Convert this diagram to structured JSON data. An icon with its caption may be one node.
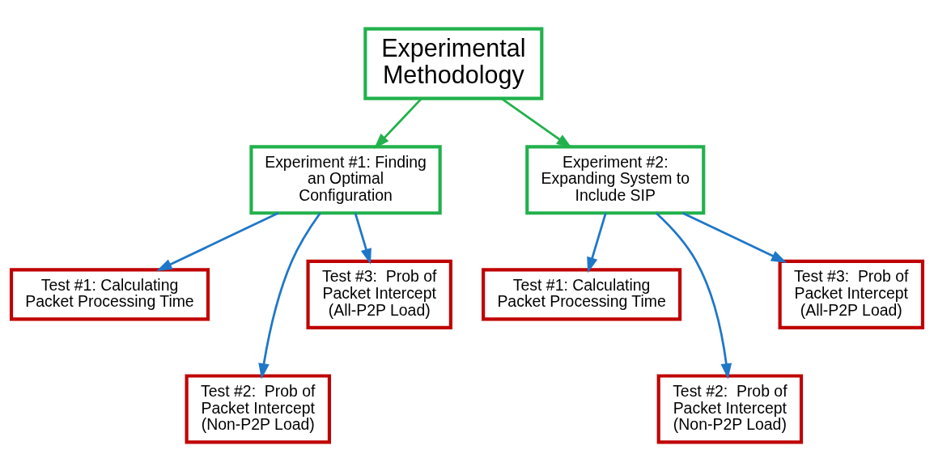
{
  "diagram": {
    "nodes": [
      {
        "text": [
          "Experimental Methodology"
        ]
      },
      {
        "text": [
          "Experiment #1: Finding an Optimal Configuration"
        ]
      },
      {
        "text": [
          "Experiment #2: Expanding System to Include SIP"
        ]
      },
      {
        "text": [
          "Test #1: Calculating Packet Processing Time"
        ]
      },
      {
        "text": [
          "Test #2:  Prob of Packet Intercept (Non-P2P Load)"
        ]
      },
      {
        "text": [
          "Test #3:  Prob of Packet Intercept (All-P2P Load)"
        ]
      },
      {
        "text": [
          "Test #1: Calculating Packet Processing Time"
        ]
      },
      {
        "text": [
          "Test #2:  Prob of Packet Intercept (Non-P2P Load)"
        ]
      },
      {
        "text": [
          "Test #3:  Prob of Packet Intercept (All-P2P Load)"
        ]
      }
    ],
    "edges": [
      {
        "from": 0,
        "to": 1,
        "arrow": "to",
        "color": "#22b14c"
      },
      {
        "from": 0,
        "to": 2,
        "arrow": "to",
        "color": "#22b14c"
      },
      {
        "from": 1,
        "to": 3,
        "arrow": "to"
      },
      {
        "from": 1,
        "to": 4,
        "arrow": "to"
      },
      {
        "from": 1,
        "to": 5,
        "arrow": "to"
      },
      {
        "from": 2,
        "to": 6,
        "arrow": "to"
      },
      {
        "from": 2,
        "to": 7,
        "arrow": "to"
      },
      {
        "from": 2,
        "to": 8,
        "arrow": "to"
      }
    ]
  }
}
